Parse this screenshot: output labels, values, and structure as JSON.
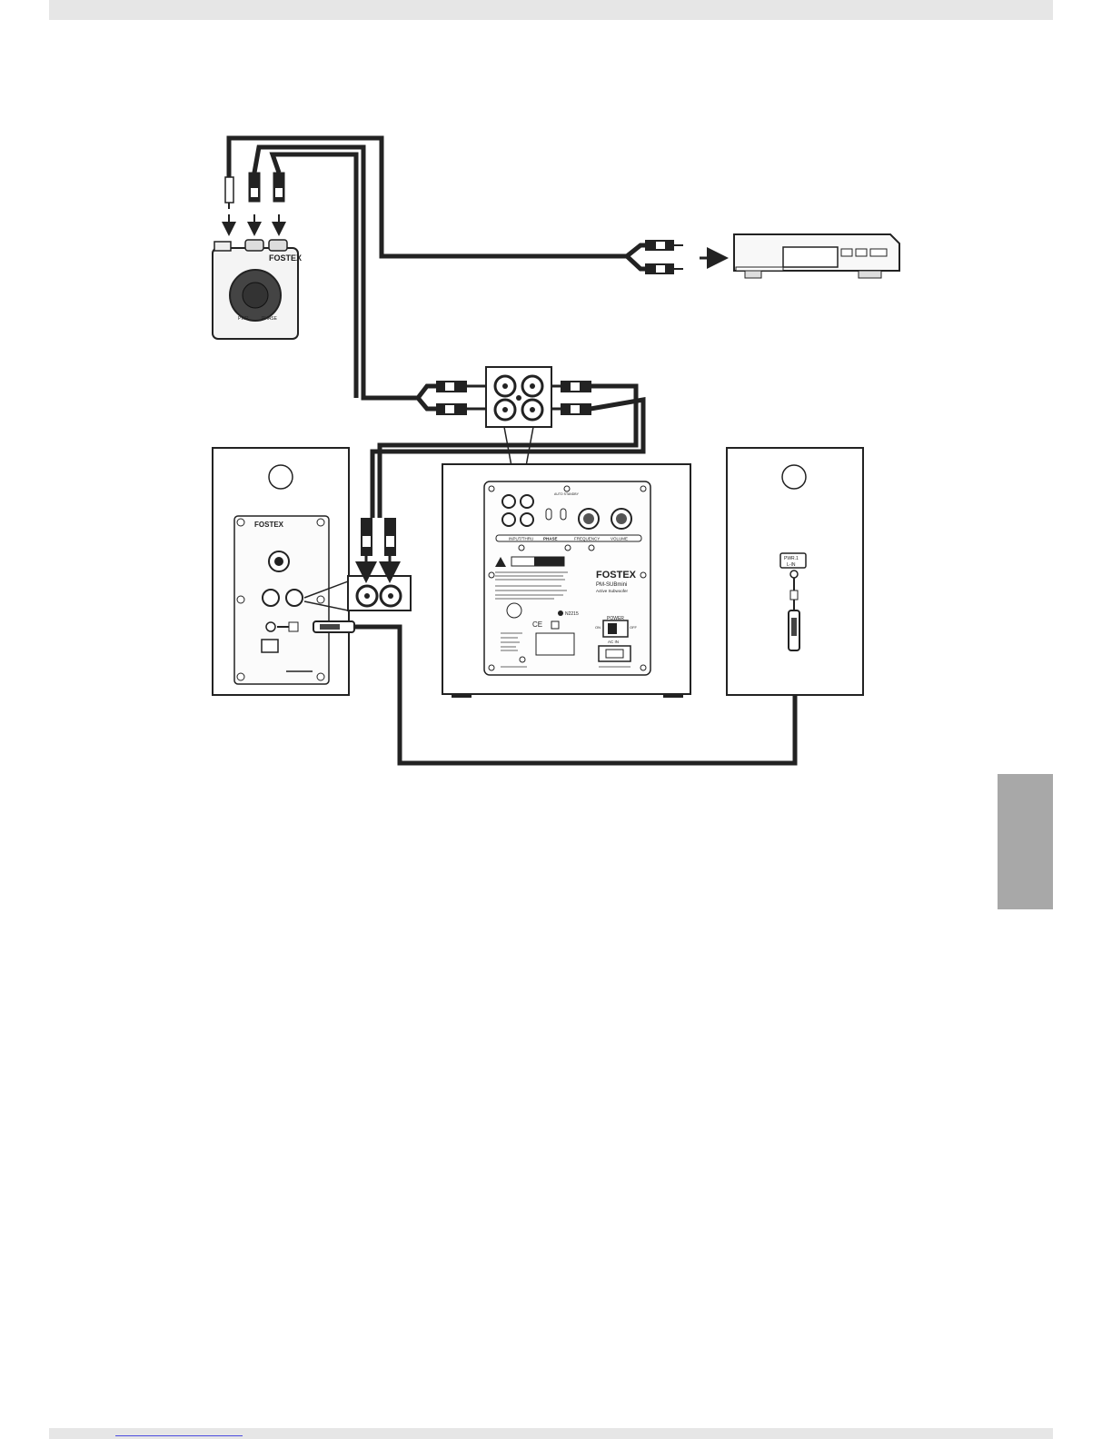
{
  "brand": {
    "logo_text": "FOSTEX"
  },
  "controller": {
    "label_left": "PWR",
    "label_right": "PHASE"
  },
  "subwoofer": {
    "logo_text": "FOSTEX",
    "model": "PM-SUBmini",
    "subtitle": "Active Subwoofer",
    "label_input_thru": "INPUT/THRU",
    "label_phase": "PHASE",
    "label_frequency": "FREQUENCY",
    "label_volume": "VOLUME",
    "label_power": "POWER",
    "label_on": "ON",
    "label_off": "OFF",
    "label_ac_in": "AC IN",
    "label_cert": "N2215",
    "label_auto_standby": "AUTO STANDBY",
    "label_ce": "CE"
  },
  "right_speaker": {
    "label_line1": "PWR.1",
    "label_line2": "L-IN"
  },
  "colors": {
    "line": "#222222",
    "panel": "#f4f4f4",
    "page_band": "#e6e6e6",
    "side_tab": "#a8a8a8",
    "link": "#4a4adf"
  }
}
